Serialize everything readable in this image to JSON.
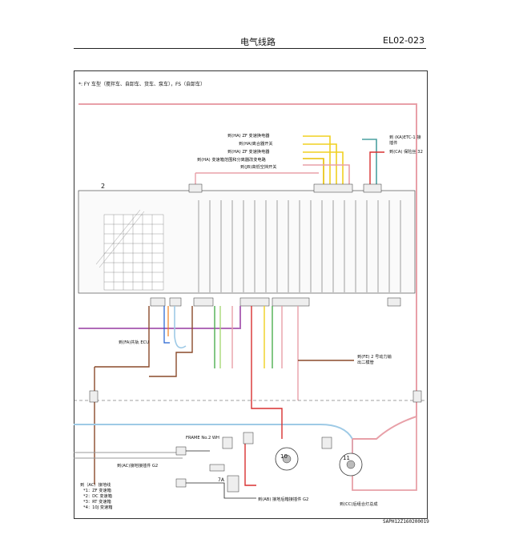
{
  "header": {
    "title": "电气线路",
    "code": "EL02-023"
  },
  "note": "*: FY 车型（搅拌车、自卸车、货车、泵车），FS（自卸车）",
  "connectors_right": [
    "到(HA) ZF 变速换电器",
    "到(HA)离合器开关",
    "到(HA) ZF 变速换电器",
    "到(HA) 变速箱范围和分离器改变电路",
    "到(JB)高低空挡开关"
  ],
  "connectors_far_right": {
    "etc": "到 (KA)ETC-1 接插件",
    "fuse": "到(CA) 保险丝 32"
  },
  "ecu_label": "到(FA)共轨 ECU",
  "meter_label": "2",
  "bottom_labels": {
    "frame_wire": "FRAME No.2 WH",
    "ground_g2": "到(AC)接地接插件 G2",
    "ground_g2_b": "到(AB) 接地后箱接插件 G2",
    "lamp_cc": "到(CC)后组合灯总成",
    "fe": "到(FE) 2 号动力输出二模管",
    "node_10": "10",
    "node_11": "11",
    "node_7a": "7A",
    "note_ac": "到（AC）接地线",
    "note_1": "*1：ZF 变速箱",
    "note_2": "*2：DC 变速箱",
    "note_3": "*3：RT 变速箱",
    "note_4": "*4：10J 变速箱"
  },
  "footer": "SAPH12Z160200019",
  "colors": {
    "pink": "#e8a0a8",
    "purple": "#b06ab8",
    "brown": "#8a4a2a",
    "lightblue": "#9ecae6",
    "yellow": "#f0d020",
    "green": "#4caf50",
    "red": "#d83030",
    "teal": "#4aa0a0"
  }
}
